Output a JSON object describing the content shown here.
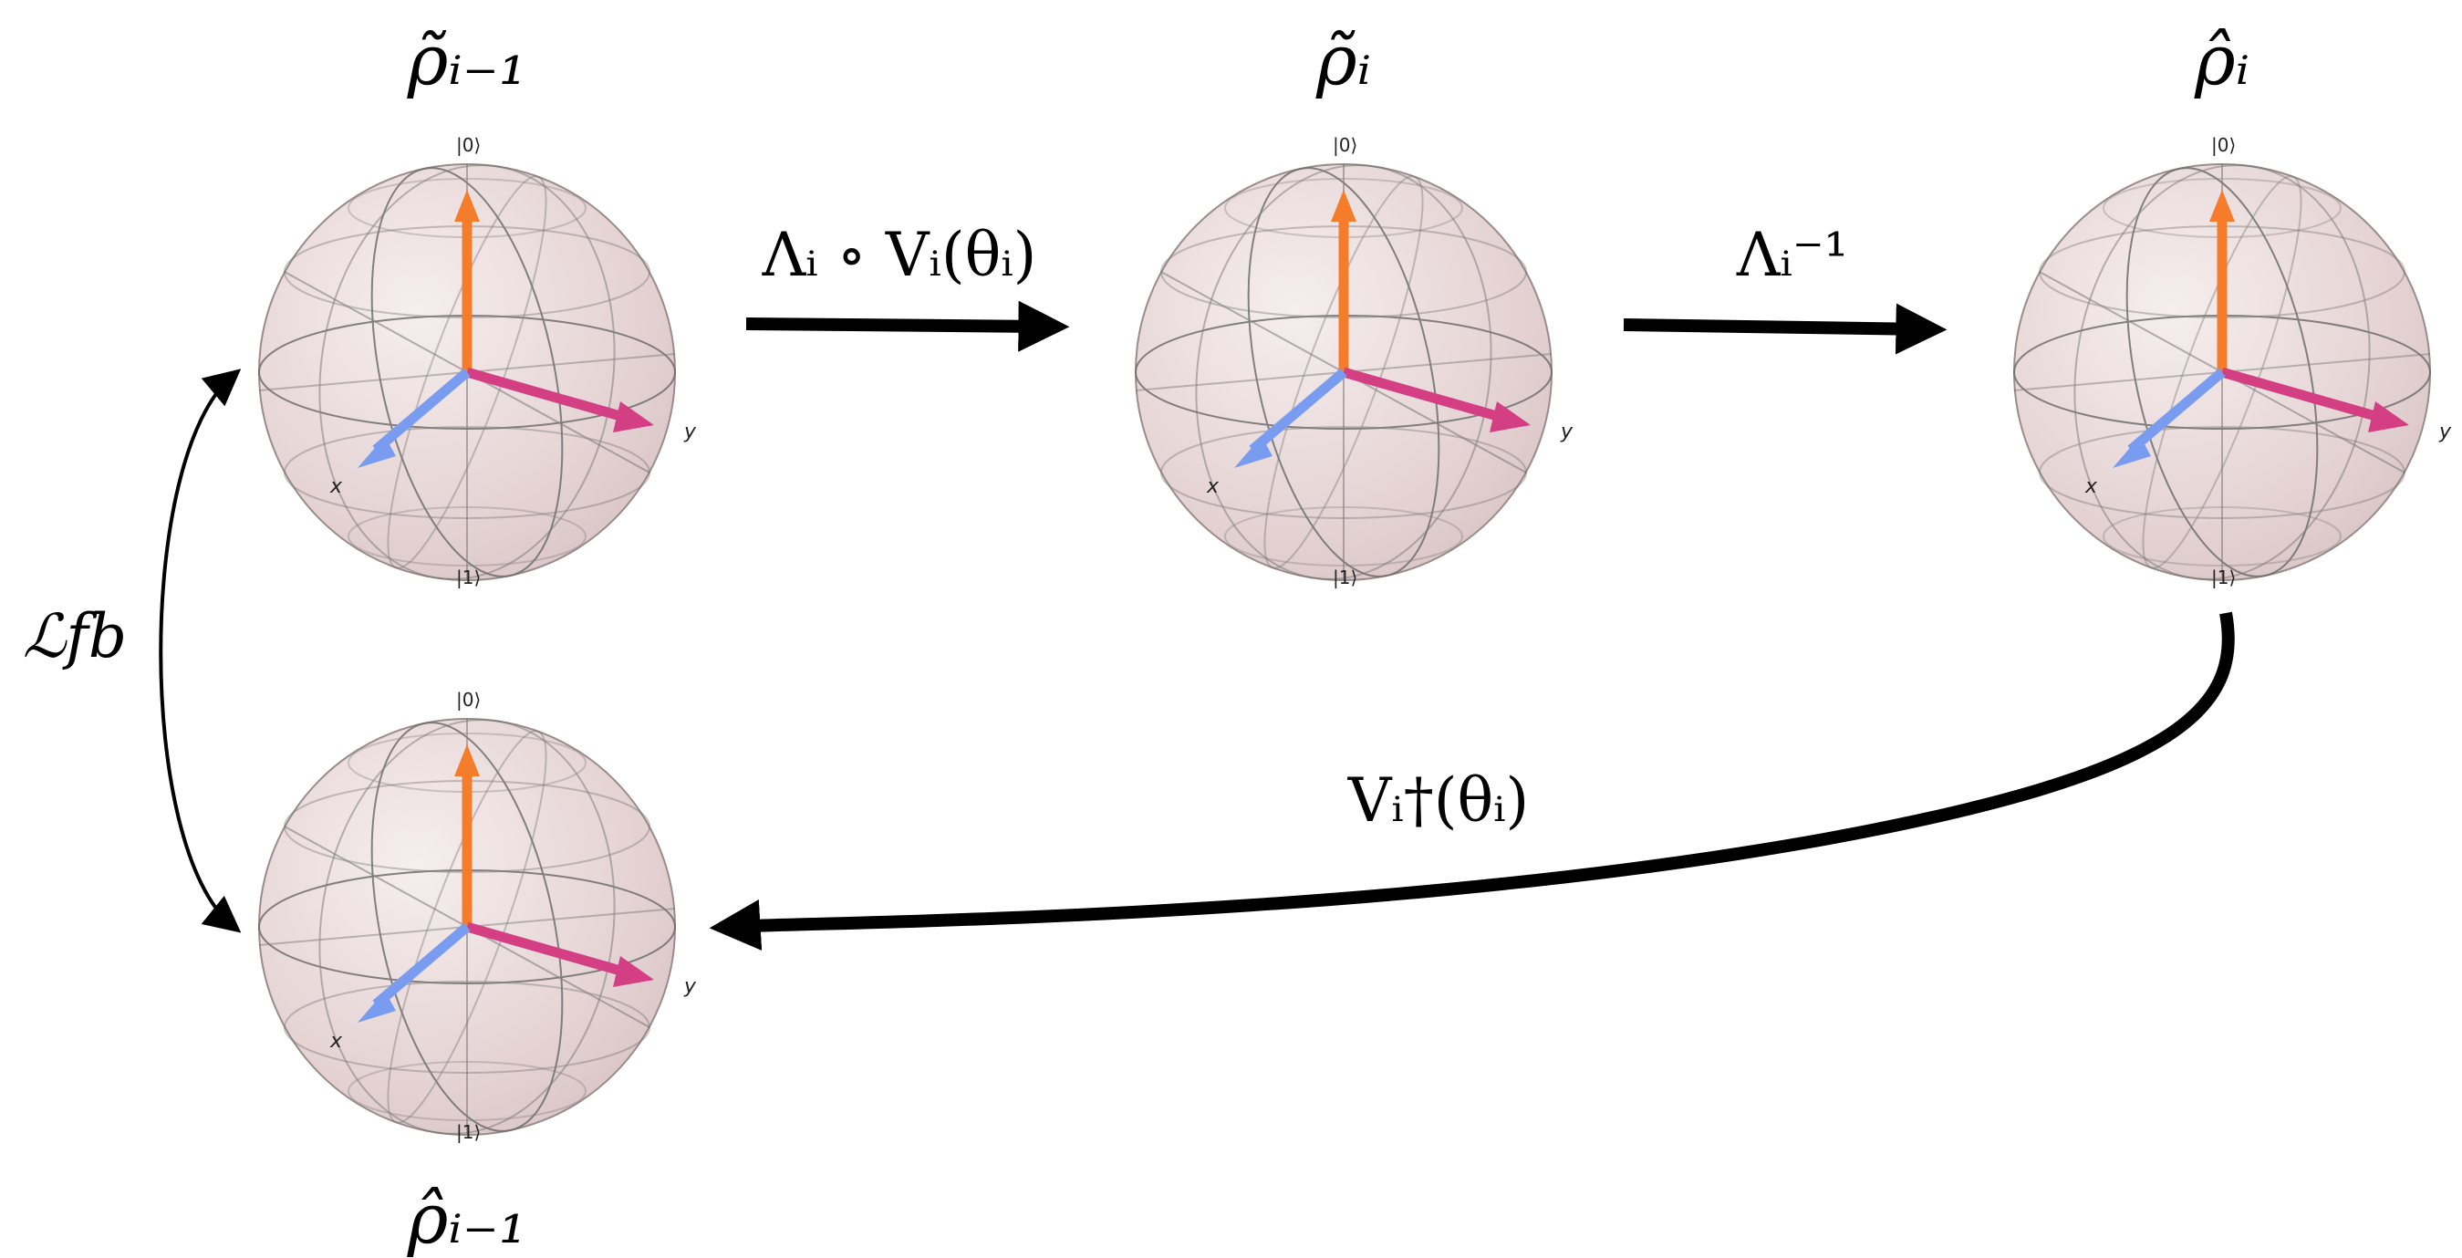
{
  "colors": {
    "sphere_fill": "#e9d9d9",
    "grid": "#6a6a6a",
    "z_axis": "#f47c2a",
    "y_axis": "#d43f84",
    "x_axis": "#7a9cf0",
    "arrow": "#000000"
  },
  "spheres": [
    {
      "id": "rho-tilde-i-minus-1",
      "state_label": "ρ̃ᵢ₋₁",
      "label_position": "above"
    },
    {
      "id": "rho-tilde-i",
      "state_label": "ρ̃ᵢ",
      "label_position": "above"
    },
    {
      "id": "rho-hat-i",
      "state_label": "ρ̂ᵢ",
      "label_position": "above"
    },
    {
      "id": "rho-hat-i-minus-1",
      "state_label": "ρ̂ᵢ₋₁",
      "label_position": "below"
    }
  ],
  "axis_labels": {
    "ket0": "|0⟩",
    "ket1": "|1⟩",
    "x": "x",
    "y": "y"
  },
  "transitions": {
    "channel": "Λᵢ ∘ Vᵢ(θᵢ)",
    "inverse_noise": "Λᵢ⁻¹",
    "adjoint": "Vᵢ†(θᵢ)",
    "loss": "ℒfb"
  }
}
